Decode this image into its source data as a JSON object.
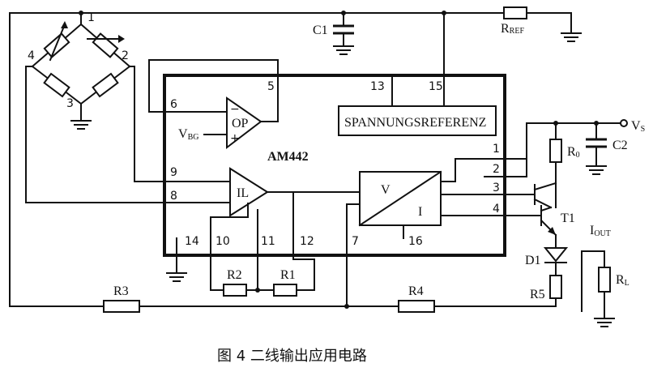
{
  "chip": {
    "name": "AM442",
    "ref_block": "SPANNUNGSREFERENZ",
    "opamp": "OP",
    "inamp": "IL",
    "v": "V",
    "i": "I"
  },
  "pins": {
    "p1": "1",
    "p2": "2",
    "p3": "3",
    "p4": "4",
    "p5": "5",
    "p6": "6",
    "p7": "7",
    "p8": "8",
    "p9": "9",
    "p10": "10",
    "p11": "11",
    "p12": "12",
    "p13": "13",
    "p14": "14",
    "p15": "15",
    "p16": "16"
  },
  "bridge": {
    "n1": "1",
    "n2": "2",
    "n3": "3",
    "n4": "4"
  },
  "labels": {
    "c1": "C1",
    "c2": "C2",
    "rref_main": "R",
    "rref_sub": "REF",
    "vs_main": "V",
    "vs_sub": "S",
    "vbg_main": "V",
    "vbg_sub": "BG",
    "r0_main": "R",
    "r0_sub": "0",
    "t1": "T1",
    "d1": "D1",
    "r5": "R5",
    "iout_main": "I",
    "iout_sub": "OUT",
    "rl_main": "R",
    "rl_sub": "L",
    "r1": "R1",
    "r2": "R2",
    "r3": "R3",
    "r4": "R4",
    "minus": "−",
    "plus": "+"
  },
  "caption": "图 4   二线输出应用电路"
}
